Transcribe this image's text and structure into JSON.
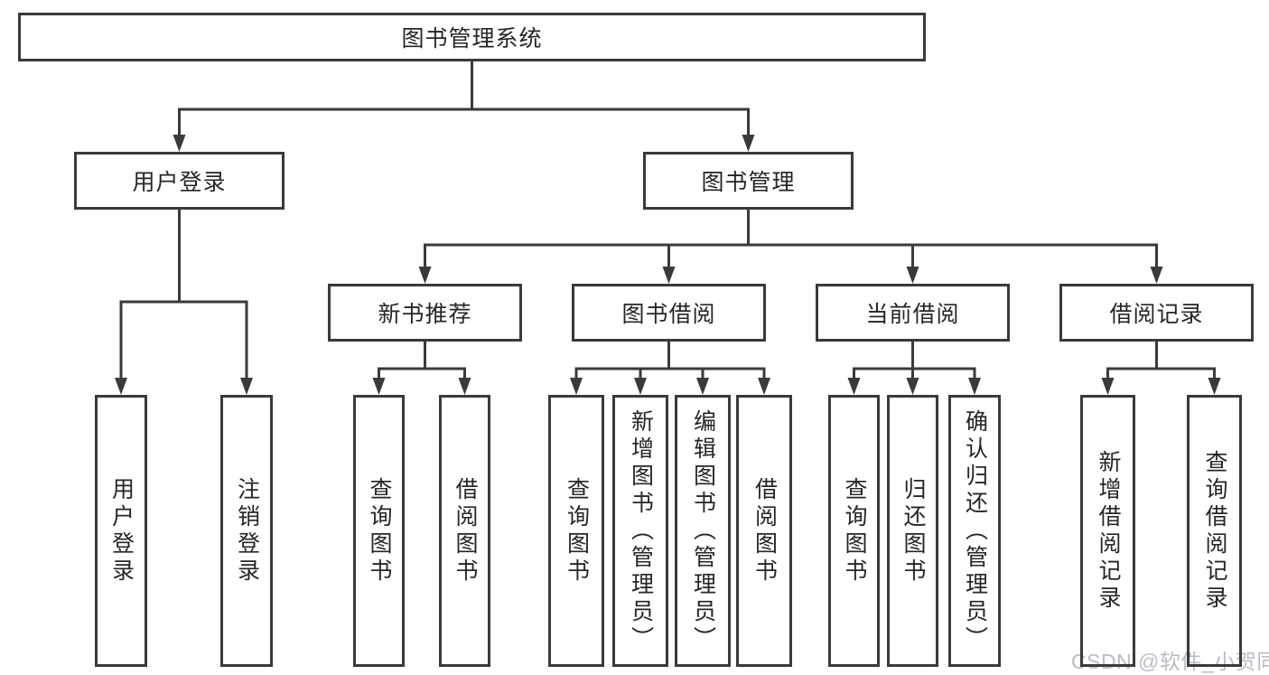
{
  "diagram_title": "图书管理系统",
  "tree": {
    "label": "图书管理系统",
    "children": [
      {
        "label": "用户登录",
        "children": [
          {
            "label": "用户登录"
          },
          {
            "label": "注销登录"
          }
        ]
      },
      {
        "label": "图书管理",
        "children": [
          {
            "label": "新书推荐",
            "children": [
              {
                "label": "查询图书"
              },
              {
                "label": "借阅图书"
              }
            ]
          },
          {
            "label": "图书借阅",
            "children": [
              {
                "label": "查询图书"
              },
              {
                "label": "新增图书（管理员）"
              },
              {
                "label": "编辑图书（管理员）"
              },
              {
                "label": "借阅图书"
              }
            ]
          },
          {
            "label": "当前借阅",
            "children": [
              {
                "label": "查询图书"
              },
              {
                "label": "归还图书"
              },
              {
                "label": "确认归还（管理员）"
              }
            ]
          },
          {
            "label": "借阅记录",
            "children": [
              {
                "label": "新增借阅记录"
              },
              {
                "label": "查询借阅记录"
              }
            ]
          }
        ]
      }
    ]
  },
  "watermark": "CSDN @软件_小贺同学",
  "colors": {
    "line": "#3a3a3a",
    "text": "#262626",
    "watermark": "#b9bec4",
    "background": "#ffffff"
  }
}
